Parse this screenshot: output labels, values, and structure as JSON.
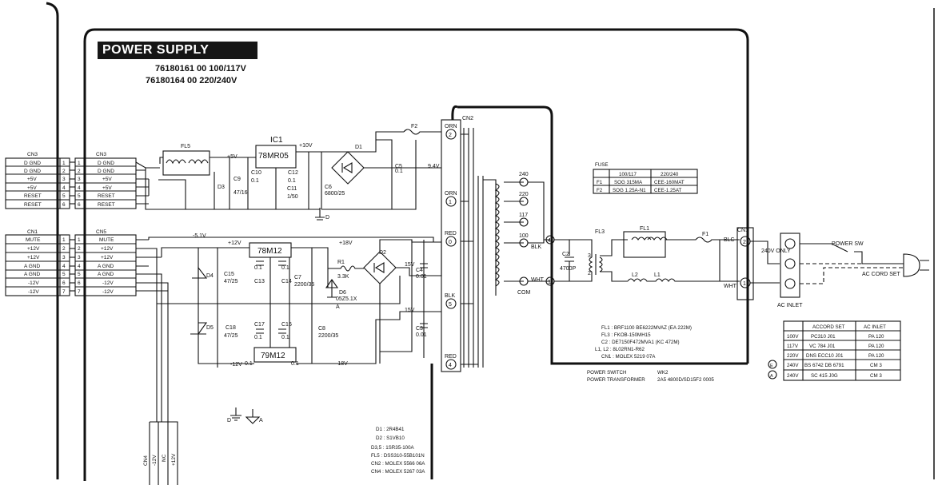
{
  "title": "POWER SUPPLY BOARD",
  "part_numbers": [
    "76180161 00 100/117V",
    "76180164 00 220/240V"
  ],
  "connectors": {
    "cn3_left": {
      "header": "CN3",
      "rows": [
        "D GND",
        "D GND",
        "+5V",
        "+5V",
        "RESET",
        "RESET"
      ],
      "pins": [
        "1",
        "2",
        "3",
        "4",
        "5",
        "6"
      ]
    },
    "cn3_right": {
      "header": "CN3",
      "rows": [
        "D GND",
        "D GND",
        "+5V",
        "+5V",
        "RESET",
        "RESET"
      ],
      "pins": [
        "1",
        "2",
        "3",
        "4",
        "5",
        "6"
      ]
    },
    "cn1_left": {
      "header": "CN1",
      "rows": [
        "MUTE",
        "+12V",
        "+12V",
        "A GND",
        "A GND",
        "-12V",
        "-12V"
      ],
      "pins": [
        "1",
        "2",
        "3",
        "4",
        "5",
        "6",
        "7"
      ]
    },
    "cn5_right": {
      "header": "CN5",
      "rows": [
        "MUTE",
        "+12V",
        "+12V",
        "A GND",
        "A GND",
        "-12V",
        "-12V"
      ],
      "pins": [
        "1",
        "2",
        "3",
        "4",
        "5",
        "6",
        "7"
      ]
    },
    "cn4_bottom": {
      "header": "CN4",
      "labels": [
        "-12V",
        "NC",
        "+12V"
      ]
    },
    "cn2_label": "CN2",
    "cn1_inlet_label": "CN1"
  },
  "components": {
    "ic1": "IC1",
    "ic1_part": "78MR05",
    "reg_pos": "78M12",
    "reg_neg": "79M12",
    "fl5": "FL5",
    "d1": "D1",
    "d2": "D2",
    "d3": "D3",
    "d4": "D4",
    "d5": "D5",
    "d6": "D6",
    "d6_part": "05Z5.1X",
    "r1": "R1",
    "r1_val": "3.3K",
    "f2": "F2",
    "f1": "F1",
    "fl1": "FL1",
    "fl3": "FL3",
    "l1": "L1",
    "l2": "L2",
    "c2": "C2",
    "c2_val": "4700P",
    "c3": "C3",
    "c4": "C4",
    "c5": "C5",
    "c6": "C6",
    "c6_val": "6800/25",
    "c7": "C7",
    "c7_val": "2200/35",
    "c8": "C8",
    "c8_val": "2200/35",
    "c9": "C9",
    "c9_val": "47/16",
    "c10": "C10",
    "c11": "C11",
    "c11_val": "1/50",
    "c12": "C12",
    "c13": "C13",
    "c14": "C14",
    "c15": "C15",
    "c15_val": "47/25",
    "c16": "C16",
    "c17": "C17",
    "c18": "C18",
    "c18_val": "47/25",
    "cap_small": "0.1",
    "cap_c3c4": "0.01"
  },
  "voltages": {
    "plus5v": "+5V",
    "plus10v": "+10V",
    "v9_4": "9.4V",
    "d_label": "D",
    "a_label": "A",
    "minus5_1": "-5.1V",
    "plus12v": "+12V",
    "minus12v": "-12V",
    "plus18v": "+18V",
    "minus18v": "-18V",
    "v15": "15V"
  },
  "transformer": {
    "orn": "ORN",
    "orn2": "ORN",
    "red": "RED",
    "blk": "BLK",
    "red2": "RED",
    "pins": [
      "2",
      "1",
      "0",
      "5",
      "4"
    ],
    "taps": [
      "240",
      "220",
      "117",
      "100",
      "COM"
    ]
  },
  "ac_side": {
    "blk": "BLK",
    "wht": "WHT",
    "blc": "BLC",
    "wht2": "WHT",
    "power_sw": "POWER SW",
    "v240_only": "240V ONLY",
    "ac_inlet": "AC INLET",
    "ac_cord_set": "AC CORD SET",
    "pin3": "3",
    "pin2": "2",
    "pin4": "4",
    "pin1": "1"
  },
  "fuse_table": {
    "title": "FUSE",
    "headers": [
      "",
      "100/117",
      "220/240"
    ],
    "rows": [
      [
        "F1",
        "SOG 315MA",
        "CEE-160MAT"
      ],
      [
        "F2",
        "SOG 1.25A-N1",
        "CEE-1.25AT"
      ]
    ]
  },
  "parts_list_right": [
    "FL1 : BRF1100 BE6222MVAZ (EA 222M)",
    "FL3 : FKOB-150MH15",
    "C2 : DE7150F472MVA1 (KC 472M)",
    "L1, L2 : 8L02RN1-R62",
    "CN1 : MOLEX 5219 07A"
  ],
  "power_switch": {
    "label": "POWER SWITCH",
    "value": "WK2"
  },
  "power_transformer": {
    "label": "POWER TRANSFORMER",
    "value": "2A5 4800D/SD15F2 0005"
  },
  "accord_table": {
    "headers": [
      "",
      "ACCORD SET",
      "AC INLET"
    ],
    "rows": [
      [
        "100V",
        "PC310 J01",
        "PA 120"
      ],
      [
        "117V",
        "VC 784 J01",
        "PA 120"
      ],
      [
        "220V",
        "DNS ECC10 J01",
        "PA 120"
      ],
      [
        "240V",
        "BS 6742 DB 6791",
        "CM 3"
      ],
      [
        "240V",
        "SC 415 J0G",
        "CM 3"
      ]
    ],
    "markers": [
      "E",
      "A"
    ]
  },
  "parts_list_bottom": [
    "D1 : 2R4B41",
    "D2 : S1VB10",
    "D3,5 : 1SR35-100A",
    "FL5 : DSS310-55B101N",
    "CN2 : MOLEX 5566 06A",
    "CN4 : MOLEX 5267 03A"
  ],
  "ground_labels": {
    "d": "D",
    "a": "A"
  }
}
